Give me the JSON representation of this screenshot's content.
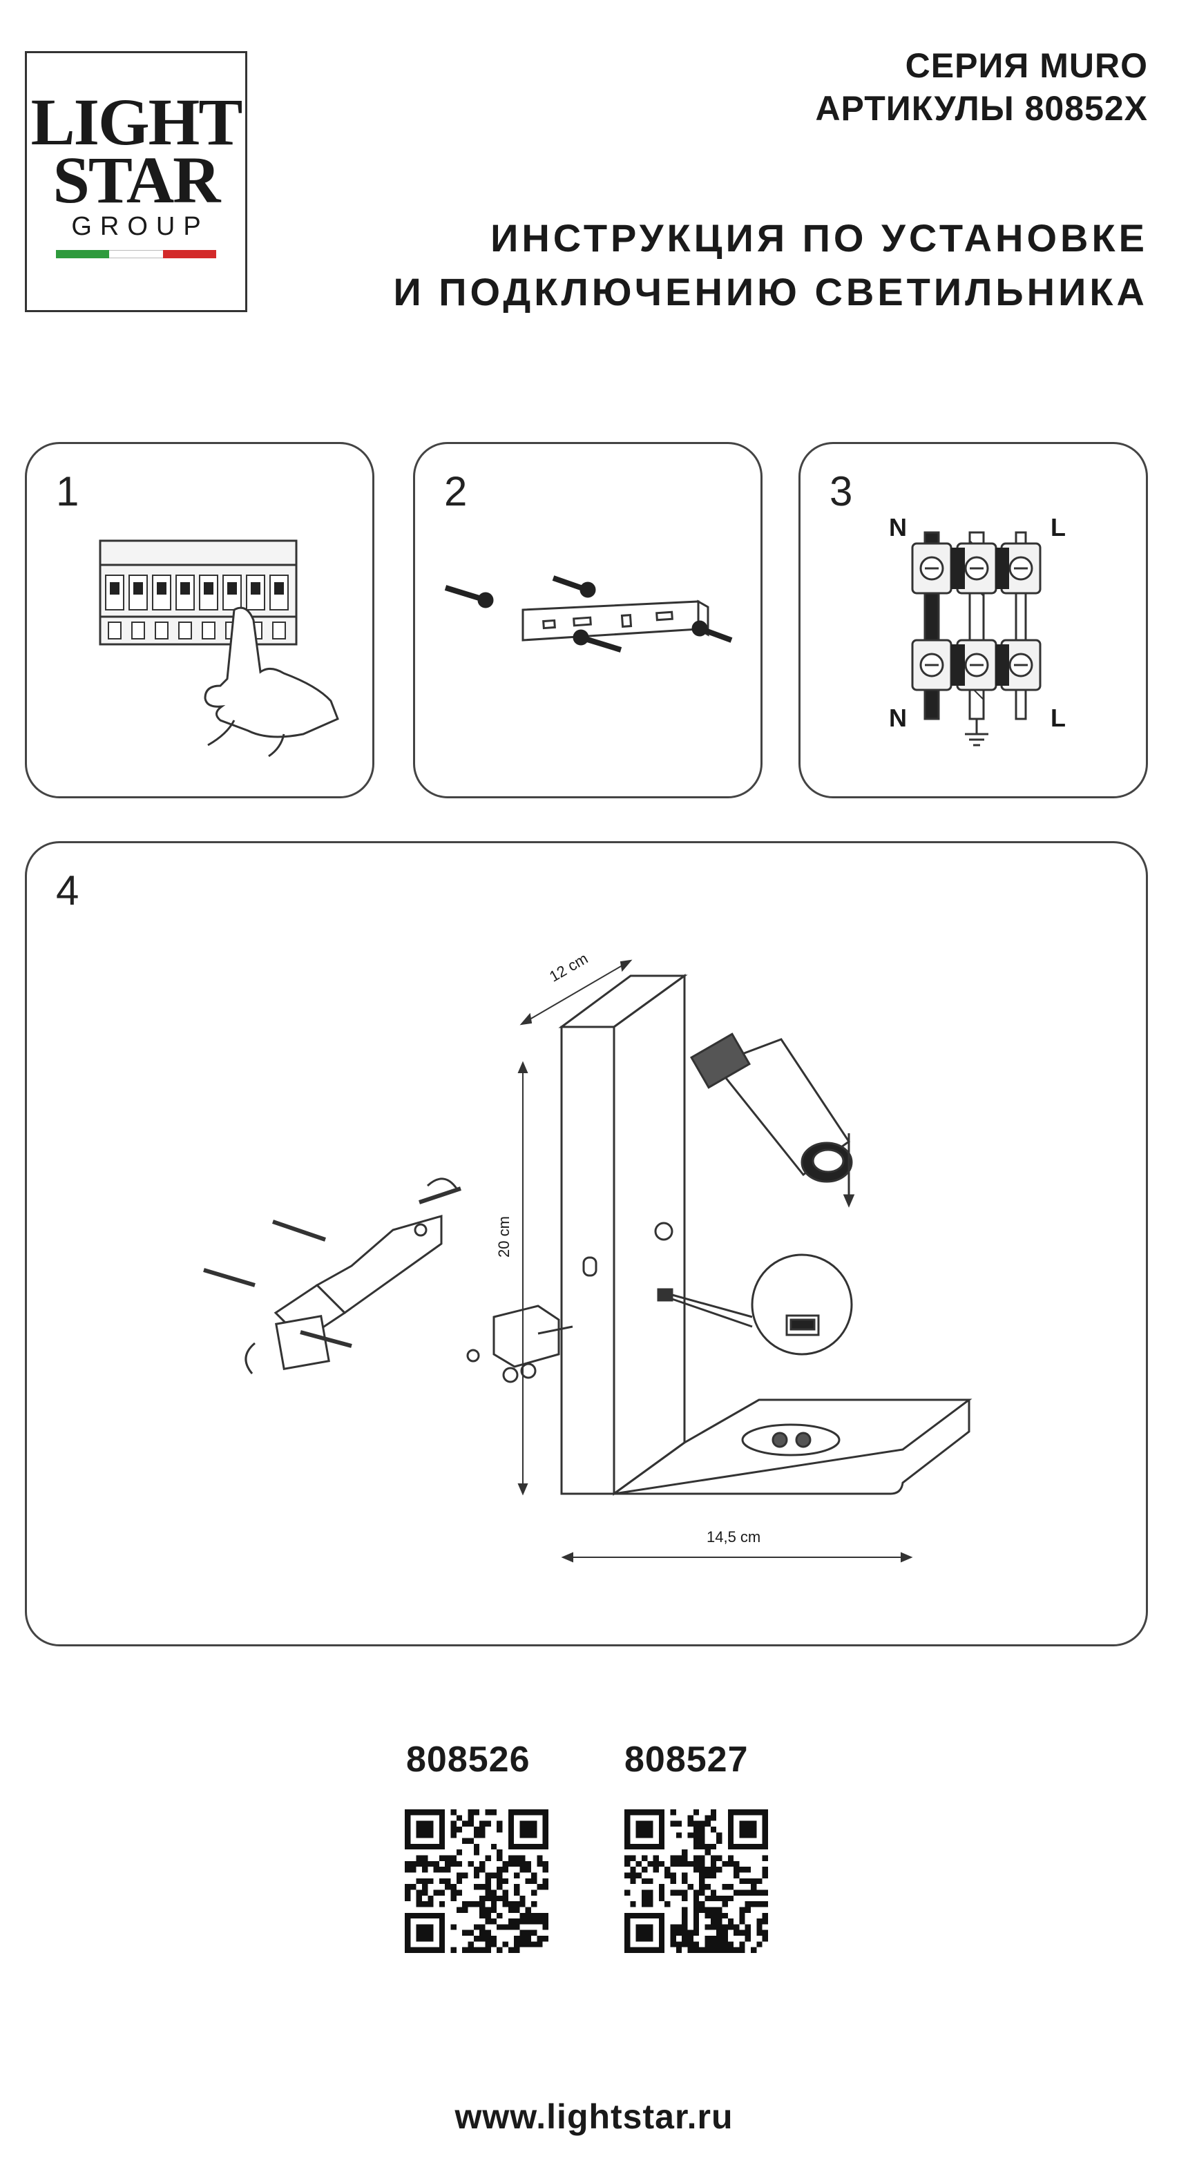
{
  "logo": {
    "line1": "LIGHT",
    "line2": "STAR",
    "line3": "GROUP",
    "flag_colors": [
      "#2e9a3c",
      "#ffffff",
      "#d32a2a"
    ]
  },
  "header": {
    "series": "СЕРИЯ MURO",
    "articles": "АРТИКУЛЫ 80852X",
    "title_line1": "ИНСТРУКЦИЯ ПО УСТАНОВКЕ",
    "title_line2": "И ПОДКЛЮЧЕНИЮ СВЕТИЛЬНИКА"
  },
  "steps": [
    {
      "number": "1",
      "icon": "circuit-breaker-icon"
    },
    {
      "number": "2",
      "icon": "mounting-bracket-screws-icon"
    },
    {
      "number": "3",
      "icon": "terminal-block-wiring-icon",
      "labels": {
        "neutral": "N",
        "live": "L"
      }
    },
    {
      "number": "4",
      "icon": "wall-lamp-assembly-icon"
    }
  ],
  "dimensions": {
    "depth": "12 cm",
    "height": "20 cm",
    "width": "14,5 cm"
  },
  "articles": [
    {
      "code": "808526"
    },
    {
      "code": "808527"
    }
  ],
  "website": "www.lightstar.ru"
}
